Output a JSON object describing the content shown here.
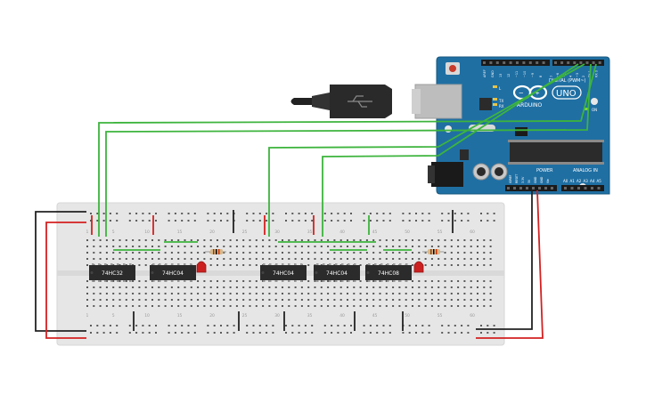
{
  "breadboard": {
    "column_numbers": [
      "1",
      "5",
      "10",
      "15",
      "20",
      "25",
      "30",
      "35",
      "40",
      "45",
      "50",
      "55",
      "60"
    ]
  },
  "chips": [
    {
      "label": "74HC32"
    },
    {
      "label": "74HC04"
    },
    {
      "label": "74HC04"
    },
    {
      "label": "74HC04"
    },
    {
      "label": "74HC08"
    }
  ],
  "arduino": {
    "brand": "ARDUINO",
    "model": "UNO",
    "digital_label": "DIGITAL (PWM~)",
    "power_label": "POWER",
    "analog_label": "ANALOG IN",
    "analog_pins": [
      "A0",
      "A1",
      "A2",
      "A3",
      "A4",
      "A5"
    ],
    "power_pins": [
      "IOREF",
      "RESET",
      "3.3V",
      "5V",
      "GND",
      "GND",
      "Vin"
    ],
    "digital_pins": [
      "AREF",
      "GND",
      "13",
      "12",
      "~11",
      "~10",
      "~9",
      "8",
      "7",
      "~6",
      "~5",
      "4",
      "~3",
      "2",
      "TX 1",
      "RX 0"
    ],
    "tx_label": "TX",
    "rx_label": "RX",
    "l_label": "L",
    "on_label": "ON"
  },
  "colors": {
    "board_blue": "#1f6fa3",
    "wire_green": "#3db43d",
    "wire_red": "#d42020",
    "wire_black": "#222222",
    "breadboard": "#e6e6e6",
    "chip": "#2b2b2b",
    "led": "#cc2020"
  }
}
